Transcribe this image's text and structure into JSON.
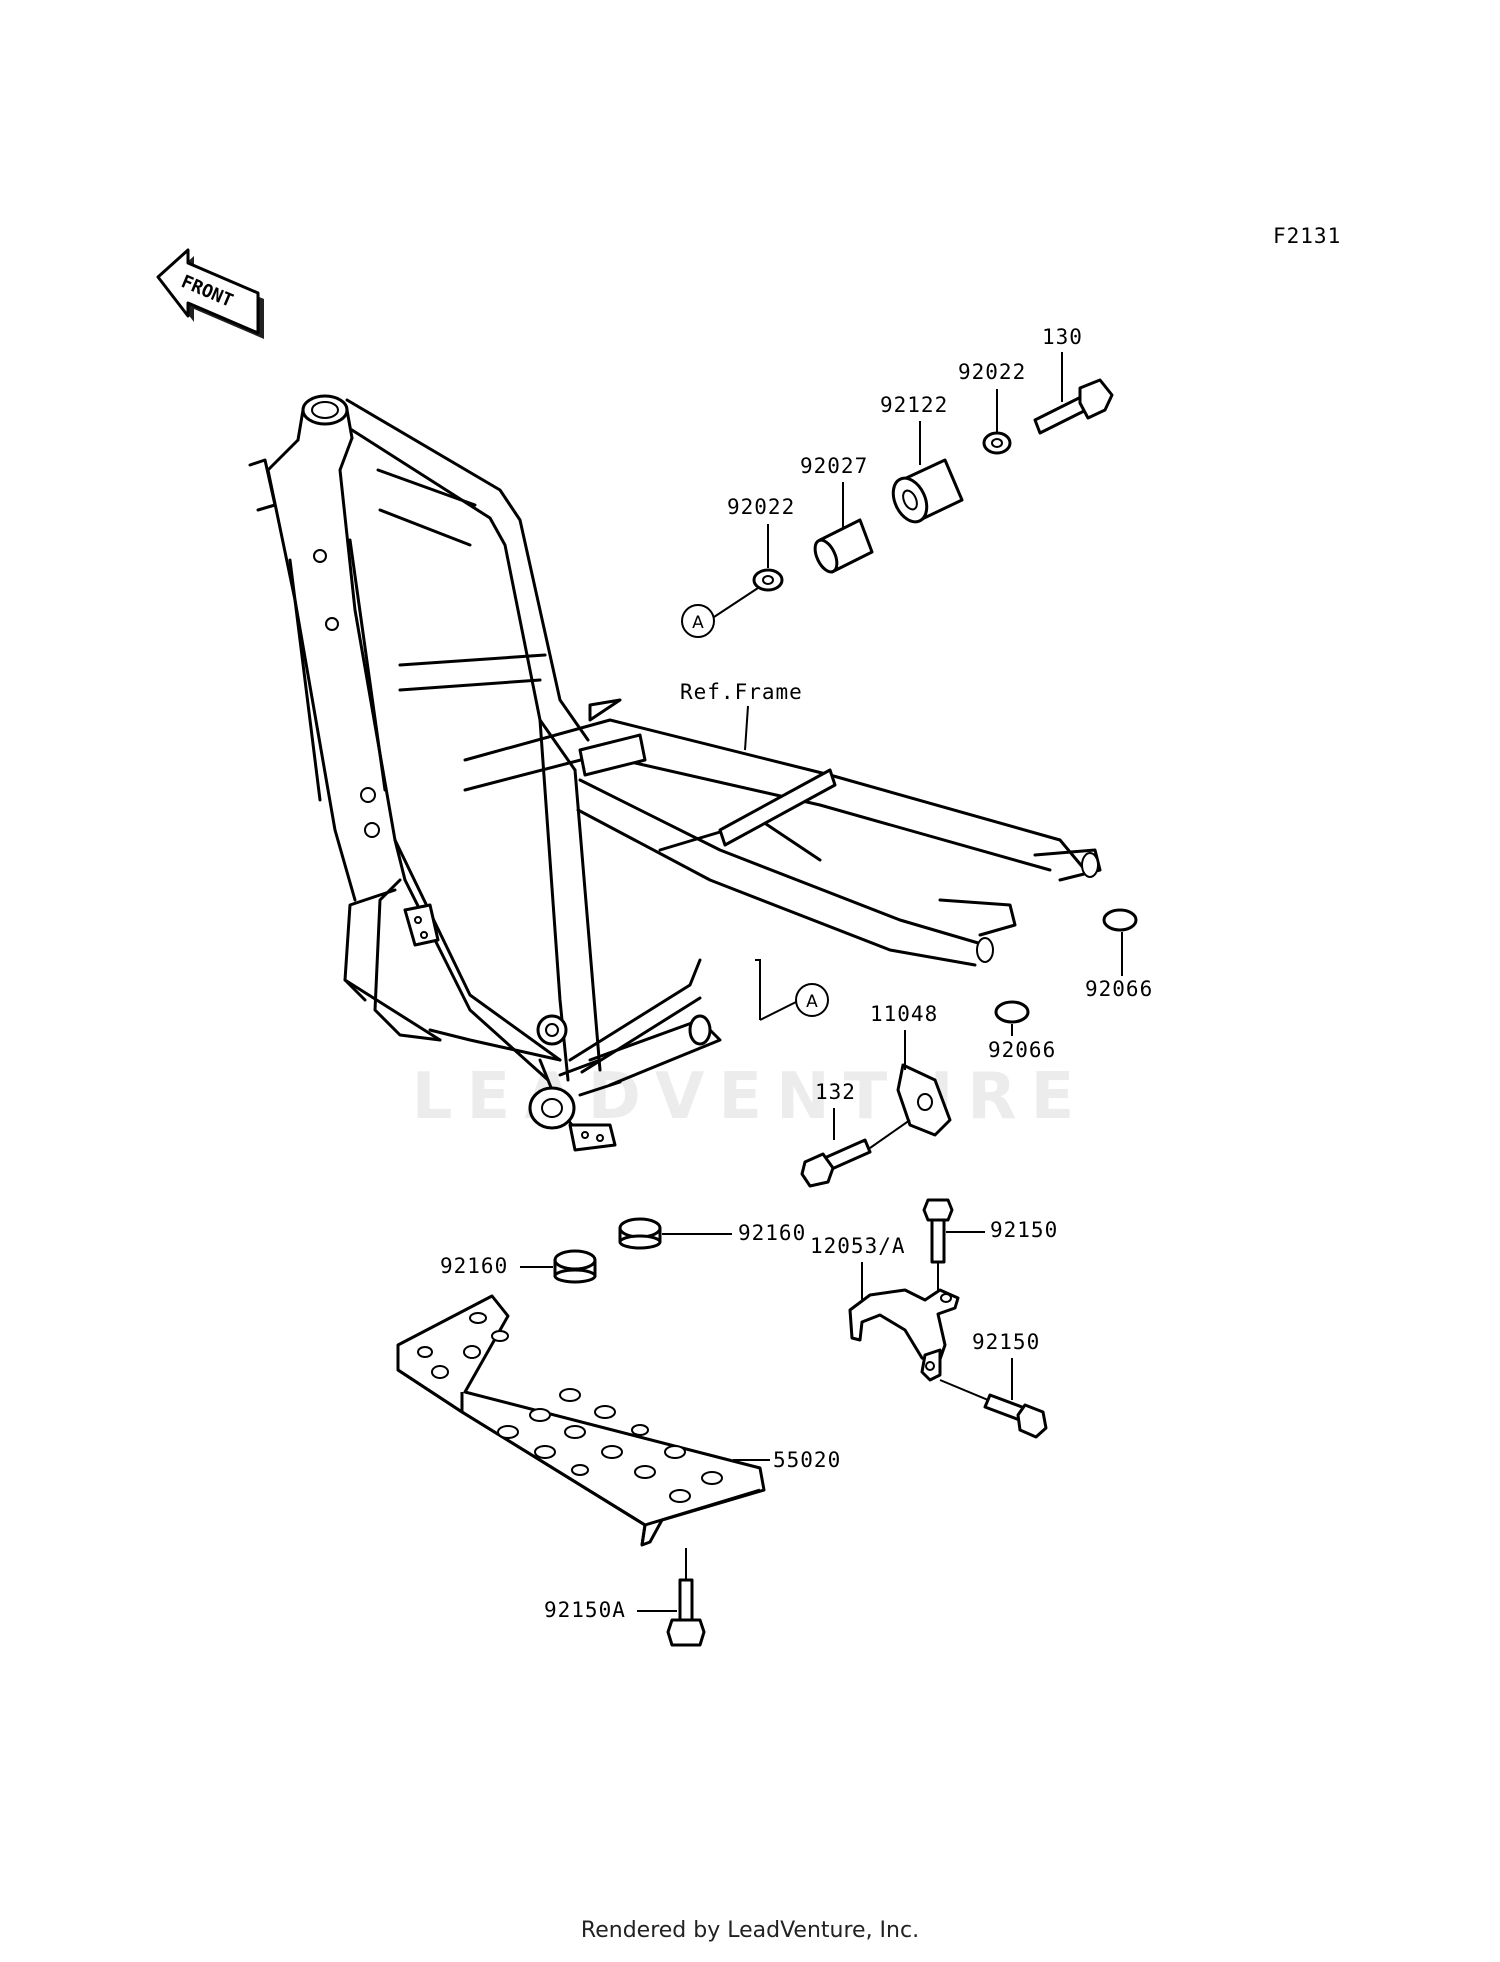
{
  "diagram": {
    "code": "F2131",
    "front_label": "FRONT",
    "ref_label": "Ref.Frame",
    "marker_letter": "A",
    "watermark": "LEADVENTURE",
    "footer": "Rendered by LeadVenture, Inc.",
    "callouts": {
      "c130": "130",
      "c92022_top": "92022",
      "c92122": "92122",
      "c92027": "92027",
      "c92022_left": "92022",
      "c11048": "11048",
      "c132": "132",
      "c92066_right": "92066",
      "c92066_left": "92066",
      "c92160_right": "92160",
      "c92160_left": "92160",
      "c92150_top": "92150",
      "c12053": "12053/A",
      "c92150_bottom": "92150",
      "c55020": "55020",
      "c92150A": "92150A"
    }
  }
}
